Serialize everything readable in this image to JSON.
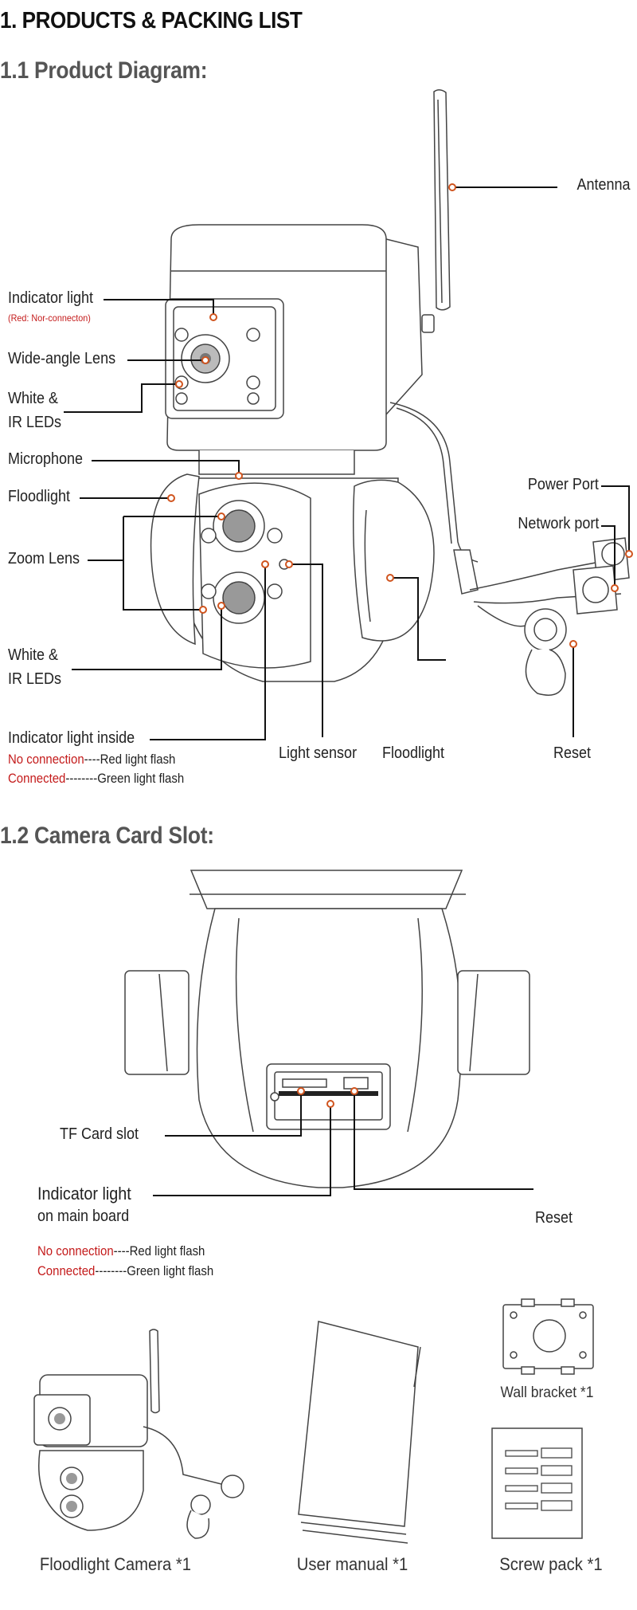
{
  "heading": "1. PRODUCTS & PACKING LIST",
  "section1": {
    "title": "1.1 Product Diagram:",
    "labels": {
      "antenna": "Antenna",
      "indicator_light": "Indicator light",
      "indicator_note": "(Red: Nor-connecton)",
      "wide_angle_lens": "Wide-angle Lens",
      "white_ir_leds_top_1": "White &",
      "white_ir_leds_top_2": "IR LEDs",
      "microphone": "Microphone",
      "floodlight_left": "Floodlight",
      "zoom_lens": "Zoom Lens",
      "white_ir_leds_bottom_1": "White &",
      "white_ir_leds_bottom_2": "IR LEDs",
      "indicator_inside": "Indicator light inside",
      "power_port": "Power Port",
      "network_port": "Network port",
      "light_sensor": "Light sensor",
      "floodlight_right": "Floodlight",
      "reset": "Reset"
    },
    "status": {
      "no_connection": "No connection",
      "no_connection_desc": "----Red light flash",
      "connected": "Connected",
      "connected_desc": "--------Green light flash"
    }
  },
  "section2": {
    "title": "1.2 Camera Card Slot:",
    "labels": {
      "tf_card_slot": "TF Card slot",
      "indicator_main_1": "Indicator light",
      "indicator_main_2": "on main board",
      "reset": "Reset"
    },
    "status": {
      "no_connection": "No connection",
      "no_connection_desc": "----Red light flash",
      "connected": "Connected",
      "connected_desc": "--------Green light flash"
    }
  },
  "packing_list": {
    "wall_bracket": "Wall bracket *1",
    "screw_pack": "Screw pack *1",
    "camera": "Floodlight Camera *1",
    "manual": "User manual *1"
  },
  "colors": {
    "accent_red": "#c41b1b",
    "callout_dot": "#d0541e"
  }
}
